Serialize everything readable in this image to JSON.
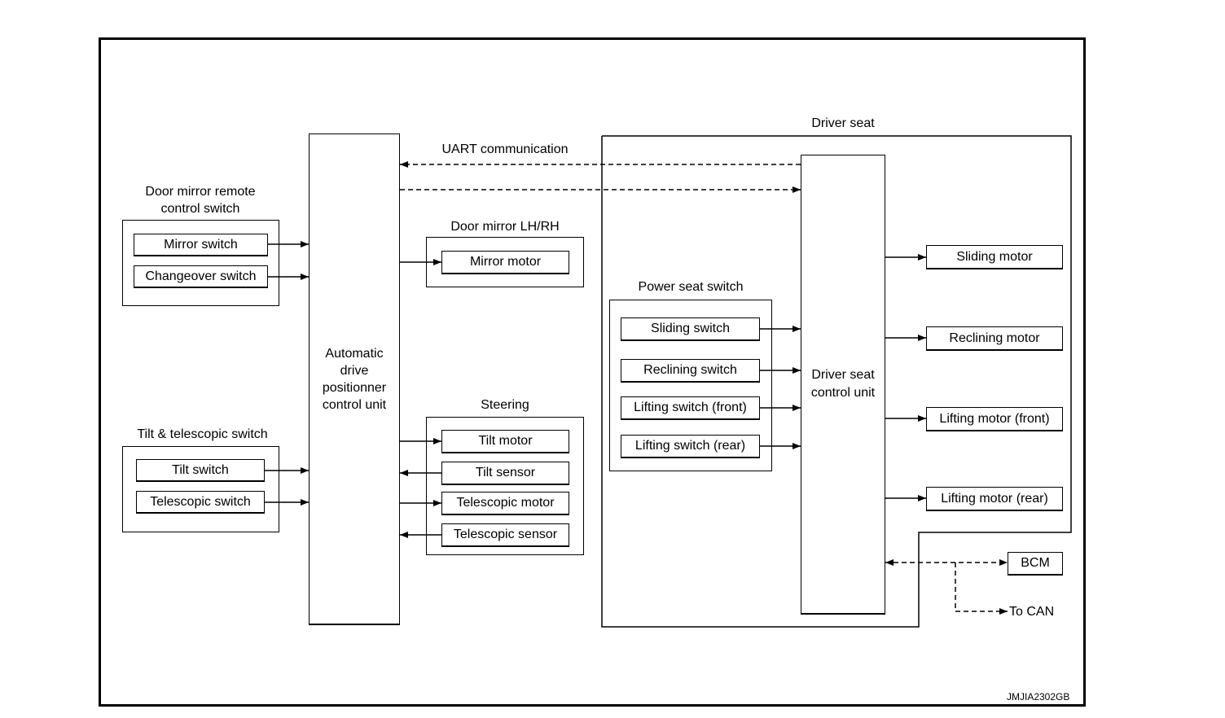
{
  "figure_code": "JMJIA2302GB",
  "groups": {
    "door_mirror_remote": {
      "title_line1": "Door mirror remote",
      "title_line2": "control switch",
      "items": [
        "Mirror switch",
        "Changeover switch"
      ]
    },
    "tilt_telescopic": {
      "title": "Tilt & telescopic switch",
      "items": [
        "Tilt switch",
        "Telescopic switch"
      ]
    },
    "door_mirror": {
      "title": "Door mirror LH/RH",
      "items": [
        "Mirror motor"
      ]
    },
    "steering": {
      "title": "Steering",
      "items": [
        "Tilt motor",
        "Tilt sensor",
        "Telescopic motor",
        "Telescopic sensor"
      ]
    },
    "power_seat_switch": {
      "title": "Power seat switch",
      "items": [
        "Sliding switch",
        "Reclining switch",
        "Lifting switch (front)",
        "Lifting switch (rear)"
      ]
    },
    "driver_seat": {
      "title": "Driver seat",
      "motors": [
        "Sliding motor",
        "Reclining motor",
        "Lifting motor (front)",
        "Lifting motor (rear)"
      ]
    }
  },
  "units": {
    "adp": {
      "line1": "Automatic",
      "line2": "drive",
      "line3": "positionner",
      "line4": "control unit"
    },
    "dscu": {
      "line1": "Driver seat",
      "line2": "control unit"
    }
  },
  "uart_label": "UART communication",
  "bcm_label": "BCM",
  "can_label": "To CAN"
}
